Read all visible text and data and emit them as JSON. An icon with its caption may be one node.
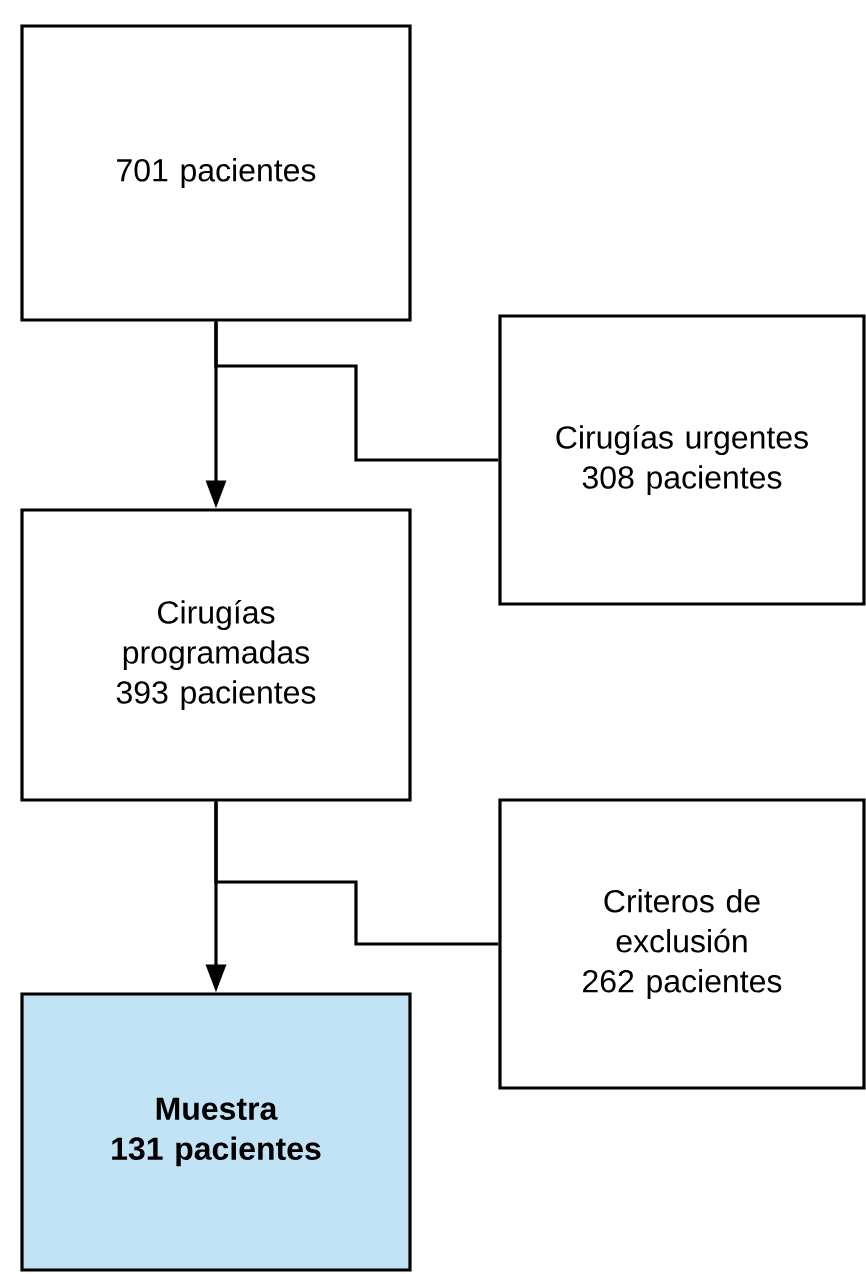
{
  "diagram": {
    "nodes": [
      {
        "text": [
          "701 pacientes"
        ]
      },
      {
        "text": [
          "Cirugías urgentes",
          "308 pacientes"
        ]
      },
      {
        "text": [
          "Cirugías programadas",
          "393 pacientes"
        ]
      },
      {
        "text": [
          "Criteros de exclusión",
          "262 pacientes"
        ]
      },
      {
        "text": [
          "Muestra",
          "131 pacientes"
        ]
      }
    ],
    "edges": [
      {
        "from": 0,
        "to": 2,
        "arrow": "to"
      },
      {
        "from": 0,
        "to": 1,
        "arrow": "none"
      },
      {
        "from": 2,
        "to": 4,
        "arrow": "to"
      },
      {
        "from": 2,
        "to": 3,
        "arrow": "none"
      }
    ]
  }
}
